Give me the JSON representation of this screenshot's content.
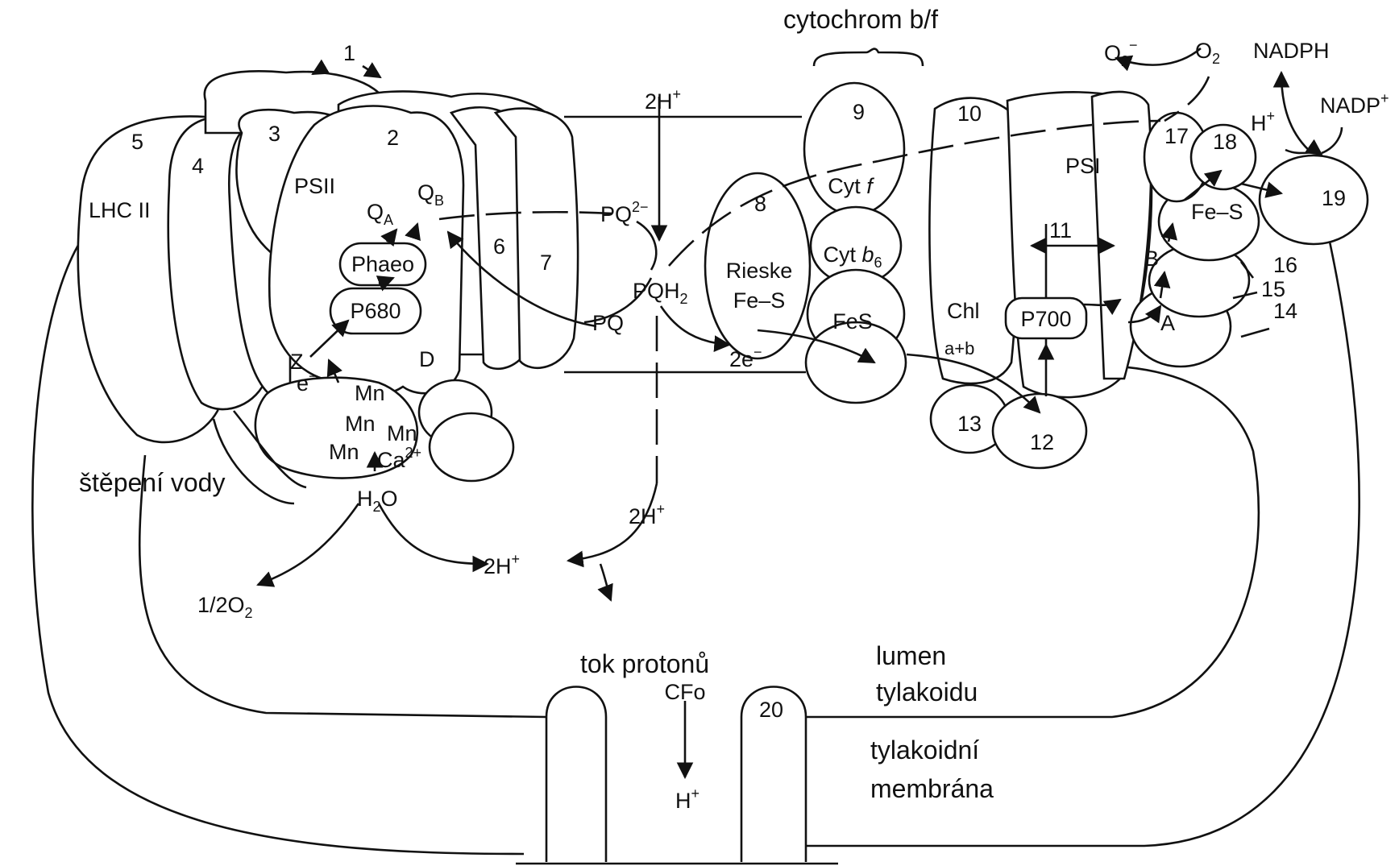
{
  "colors": {
    "ink": "#111111",
    "paper": "#ffffff"
  },
  "title": "cytochrom b/f",
  "regions": {
    "water_splitting": "štěpení vody",
    "proton_flow": "tok protonů",
    "lumen_line1": "lumen",
    "lumen_line2": "tylakoidu",
    "membrane_line1": "tylakoidní",
    "membrane_line2": "membrána"
  },
  "complexes": {
    "psii": "PSII",
    "psi": "PSI",
    "lhc": "LHC II",
    "cyt_f": "Cyt",
    "cyt_f_italic": "f",
    "cyt_b": "Cyt",
    "cyt_b_italic": "b",
    "cyt_b_sub": "6",
    "fes": "FeS",
    "rieske1": "Rieske",
    "rieske2": "Fe–S",
    "chl": "Chl",
    "chl_ab": "a+b",
    "fe_s": "Fe–S",
    "cfo": "CFo"
  },
  "components": {
    "qa": "Q",
    "qa_sub": "A",
    "qb": "Q",
    "qb_sub": "B",
    "phaeo": "Phaeo",
    "p680": "P680",
    "p700": "P700",
    "z": "Z",
    "d": "D",
    "e_minus": "e",
    "minus": "−",
    "mn": "Mn",
    "ca": "Ca",
    "ca_sup": "2+",
    "a": "A",
    "b": "B"
  },
  "molecules": {
    "h2o_h": "H",
    "h2o_sub": "2",
    "h2o_o": "O",
    "half_o2_pre": "1/2O",
    "half_o2_sub": "2",
    "pq": "PQ",
    "pq2_sup": "2−",
    "pqh2_pre": "PQH",
    "pqh2_sub": "2",
    "two_h": "2H",
    "plus": "+",
    "two_e": "2e",
    "h": "H",
    "o2_pre": "O",
    "o2_sub": "2",
    "o2_minus_sup": "−",
    "nadph": "NADPH",
    "nadp": "NADP"
  },
  "numbers": [
    "1",
    "2",
    "3",
    "4",
    "5",
    "6",
    "7",
    "8",
    "9",
    "10",
    "11",
    "12",
    "13",
    "14",
    "15",
    "16",
    "17",
    "18",
    "19",
    "20"
  ]
}
